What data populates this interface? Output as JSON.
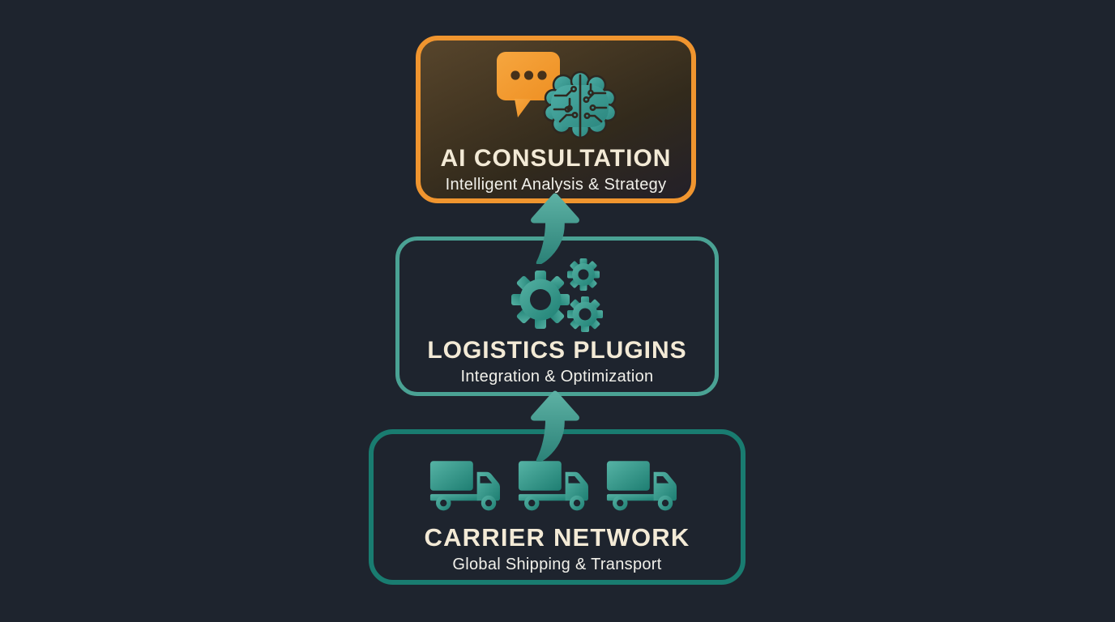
{
  "colors": {
    "background": "#1e242e",
    "accent_orange": "#f0952f",
    "accent_teal_light": "#4aa294",
    "accent_teal_dark": "#197c70",
    "title_text": "#f3ead6",
    "subtitle_text": "#f1f0ea"
  },
  "boxes": {
    "top": {
      "title": "AI CONSULTATION",
      "subtitle": "Intelligent Analysis & Strategy",
      "icons": [
        "chat-bubble-icon",
        "circuit-brain-icon"
      ],
      "border_color": "#f0952f"
    },
    "middle": {
      "title": "LOGISTICS PLUGINS",
      "subtitle": "Integration & Optimization",
      "icons": [
        "gears-icon"
      ],
      "border_color": "#4aa294"
    },
    "bottom": {
      "title": "CARRIER NETWORK",
      "subtitle": "Global Shipping & Transport",
      "icons": [
        "truck-icon",
        "truck-icon",
        "truck-icon"
      ],
      "border_color": "#197c70"
    }
  },
  "arrows": [
    {
      "from": "CARRIER NETWORK",
      "to": "LOGISTICS PLUGINS",
      "direction": "up"
    },
    {
      "from": "LOGISTICS PLUGINS",
      "to": "AI CONSULTATION",
      "direction": "up"
    }
  ]
}
